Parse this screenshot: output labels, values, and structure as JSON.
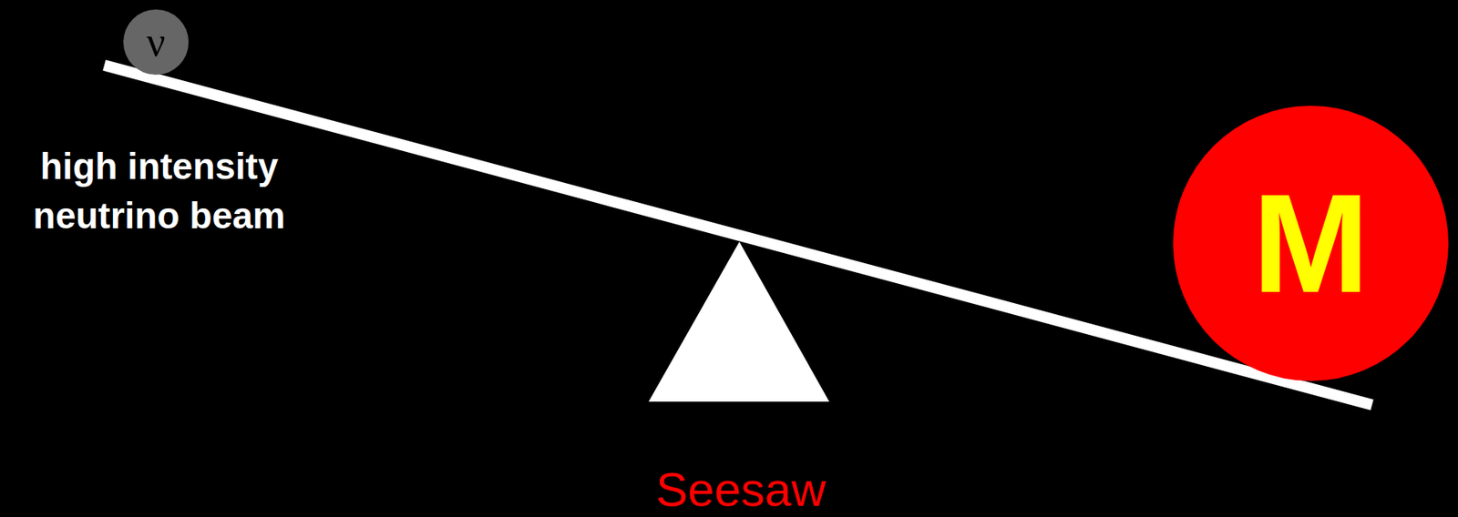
{
  "diagram": {
    "nodes": [
      {
        "text": [
          "ν"
        ]
      },
      {
        "text": [
          "M"
        ]
      }
    ],
    "labels": [
      "high intensity neutrino beam",
      "Seesaw"
    ]
  }
}
